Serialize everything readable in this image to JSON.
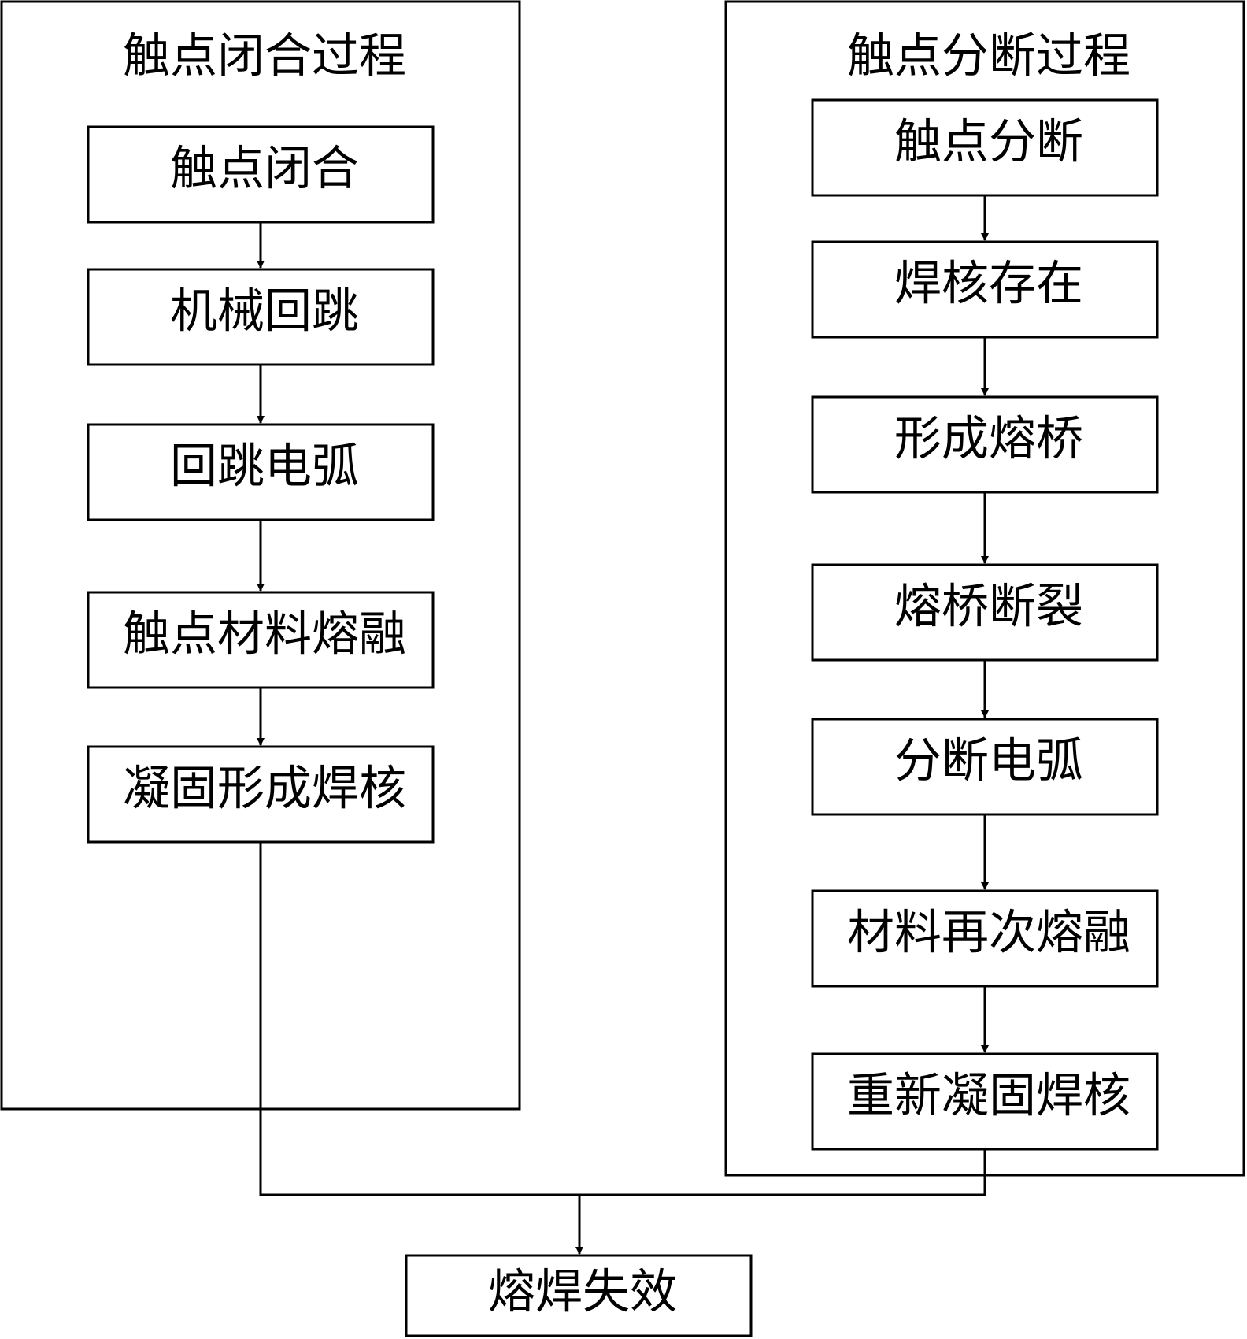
{
  "diagram": {
    "left_group": {
      "title": "触点闭合过程",
      "steps": [
        "触点闭合",
        "机械回跳",
        "回跳电弧",
        "触点材料熔融",
        "凝固形成焊核"
      ]
    },
    "right_group": {
      "title": "触点分断过程",
      "steps": [
        "触点分断",
        "焊核存在",
        "形成熔桥",
        "熔桥断裂",
        "分断电弧",
        "材料再次熔融",
        "重新凝固焊核"
      ]
    },
    "result": "熔焊失效"
  }
}
